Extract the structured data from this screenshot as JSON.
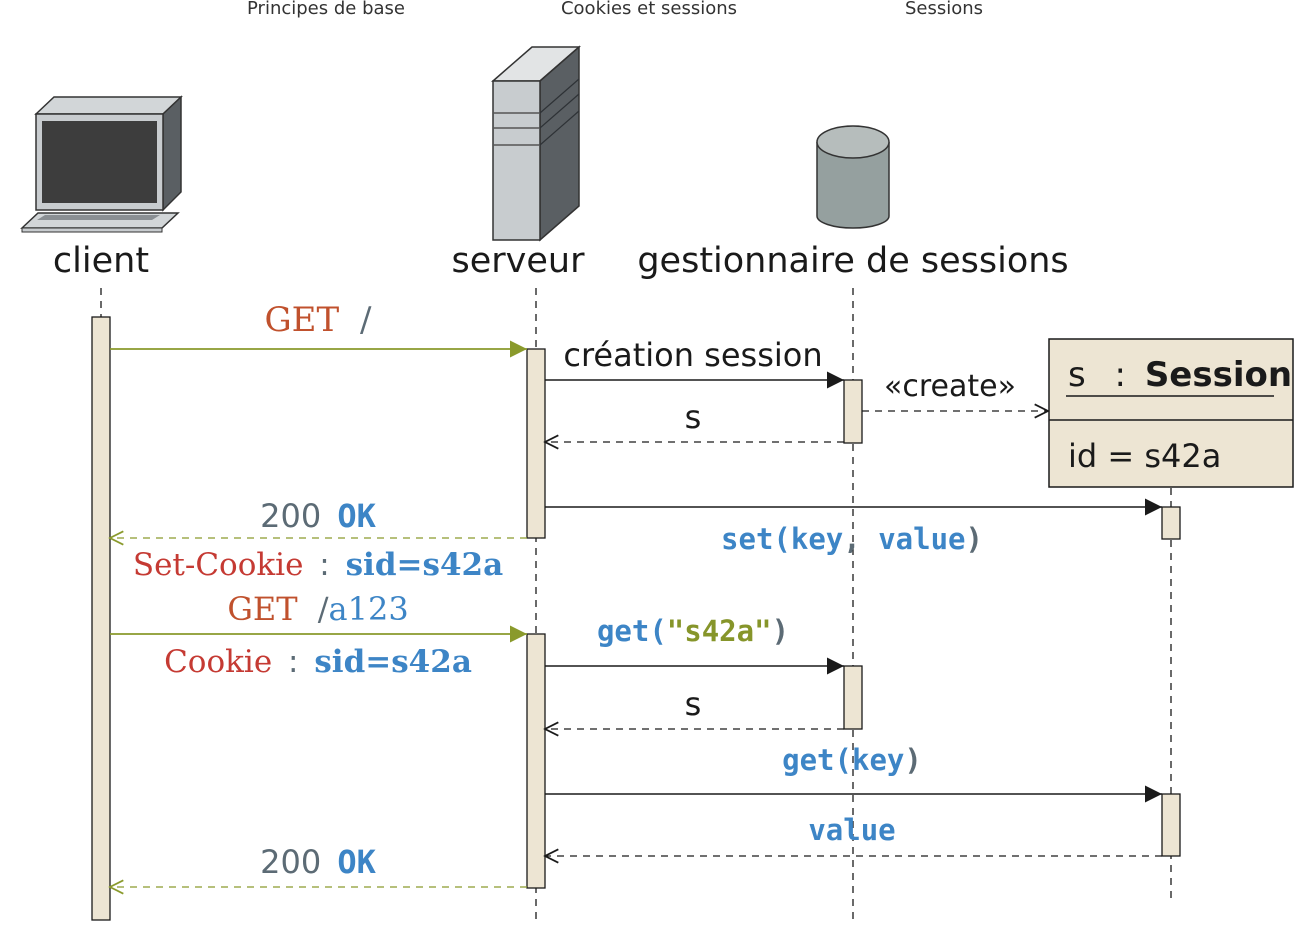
{
  "breadcrumb": {
    "item1": "Principes de base",
    "item2": "Cookies et sessions",
    "item3": "Sessions"
  },
  "actors": {
    "client": "client",
    "server": "serveur",
    "manager": "gestionnaire de sessions"
  },
  "session_object": {
    "instance": "s",
    "separator": ":",
    "class_name": "Session",
    "attribute": "id = s42a"
  },
  "messages": {
    "get_method": "GET",
    "get_path": "/",
    "create_session": "création session",
    "create_stereotype": "«create»",
    "return_s": "s",
    "response_code": "200",
    "response_ok": "OK",
    "set_cookie_header": "Set-Cookie",
    "header_colon": ":",
    "cookie_value": "sid=s42a",
    "set_method": "set(",
    "set_key": "key",
    "set_comma": ", ",
    "set_value": "value",
    "set_close": ")",
    "get2_path_slash": "/",
    "get2_path": "a123",
    "cookie_header": "Cookie",
    "get_call": "get(",
    "get_arg": "\"s42a\"",
    "get_close": ")",
    "return_s2": "s",
    "get_key_call": "get(",
    "get_key_arg": "key",
    "get_key_close": ")",
    "return_value": "value",
    "response2_code": "200",
    "response2_ok": "OK"
  },
  "colors": {
    "request_arrow": "#8a9a2c",
    "orange": "#c0512d",
    "red": "#c53a33",
    "blue": "#3d85c6",
    "gray_text": "#5c6b75",
    "olive_text": "#86952a",
    "activation_fill": "#ede5d3",
    "object_fill": "#ede5d3"
  }
}
